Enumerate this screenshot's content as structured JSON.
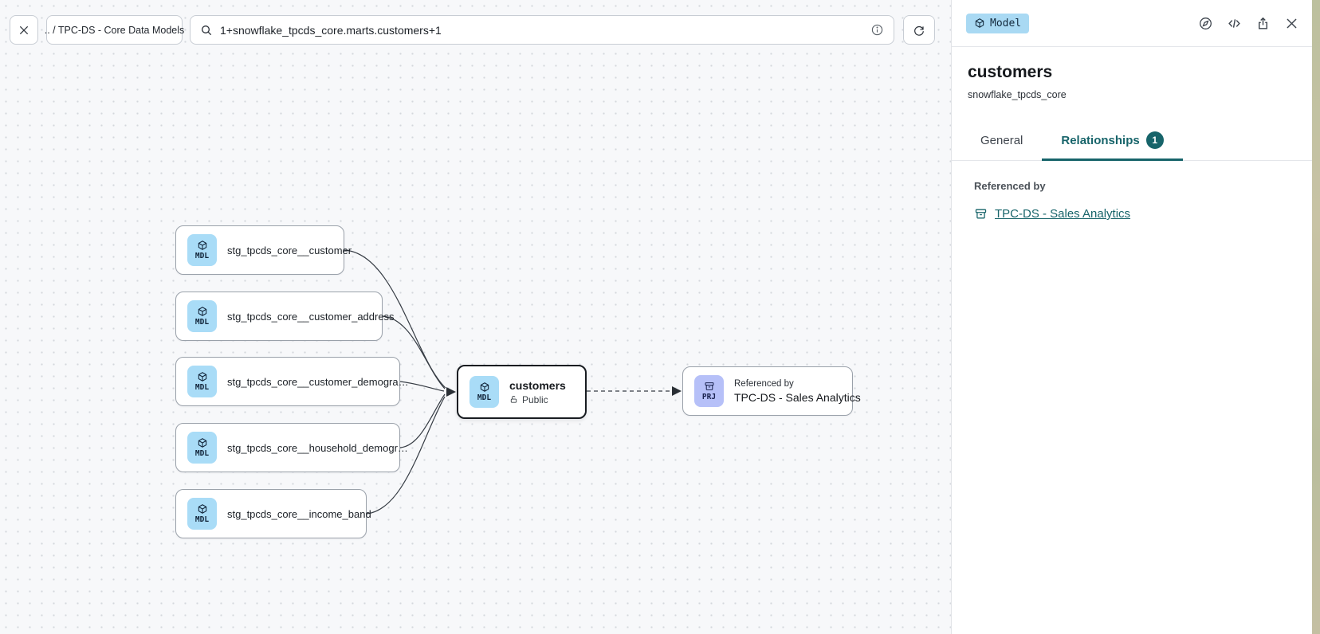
{
  "toolbar": {
    "breadcrumb": ".. / TPC-DS - Core Data Models",
    "search_value": "1+snowflake_tpcds_core.marts.customers+1"
  },
  "canvas": {
    "upstream_nodes": [
      {
        "badge": "MDL",
        "label": "stg_tpcds_core__customer"
      },
      {
        "badge": "MDL",
        "label": "stg_tpcds_core__customer_address"
      },
      {
        "badge": "MDL",
        "label": "stg_tpcds_core__customer_demogra…"
      },
      {
        "badge": "MDL",
        "label": "stg_tpcds_core__household_demogr…"
      },
      {
        "badge": "MDL",
        "label": "stg_tpcds_core__income_band"
      }
    ],
    "selected_node": {
      "badge": "MDL",
      "title": "customers",
      "visibility": "Public"
    },
    "referenced_node": {
      "badge": "PRJ",
      "kicker": "Referenced by",
      "label": "TPC-DS - Sales Analytics"
    }
  },
  "panel": {
    "type_badge": "Model",
    "title": "customers",
    "subtitle": "snowflake_tpcds_core",
    "tabs": [
      {
        "label": "General",
        "active": false
      },
      {
        "label": "Relationships",
        "active": true,
        "badge": "1"
      }
    ],
    "section_label": "Referenced by",
    "reference_link": "TPC-DS - Sales Analytics"
  },
  "colors": {
    "accent_teal": "#17646a",
    "model_chip_blue": "#a9dcf7",
    "project_chip_purple": "#b6c0f8",
    "canvas_bg": "#f7f8fa",
    "edge": "#363c44"
  }
}
